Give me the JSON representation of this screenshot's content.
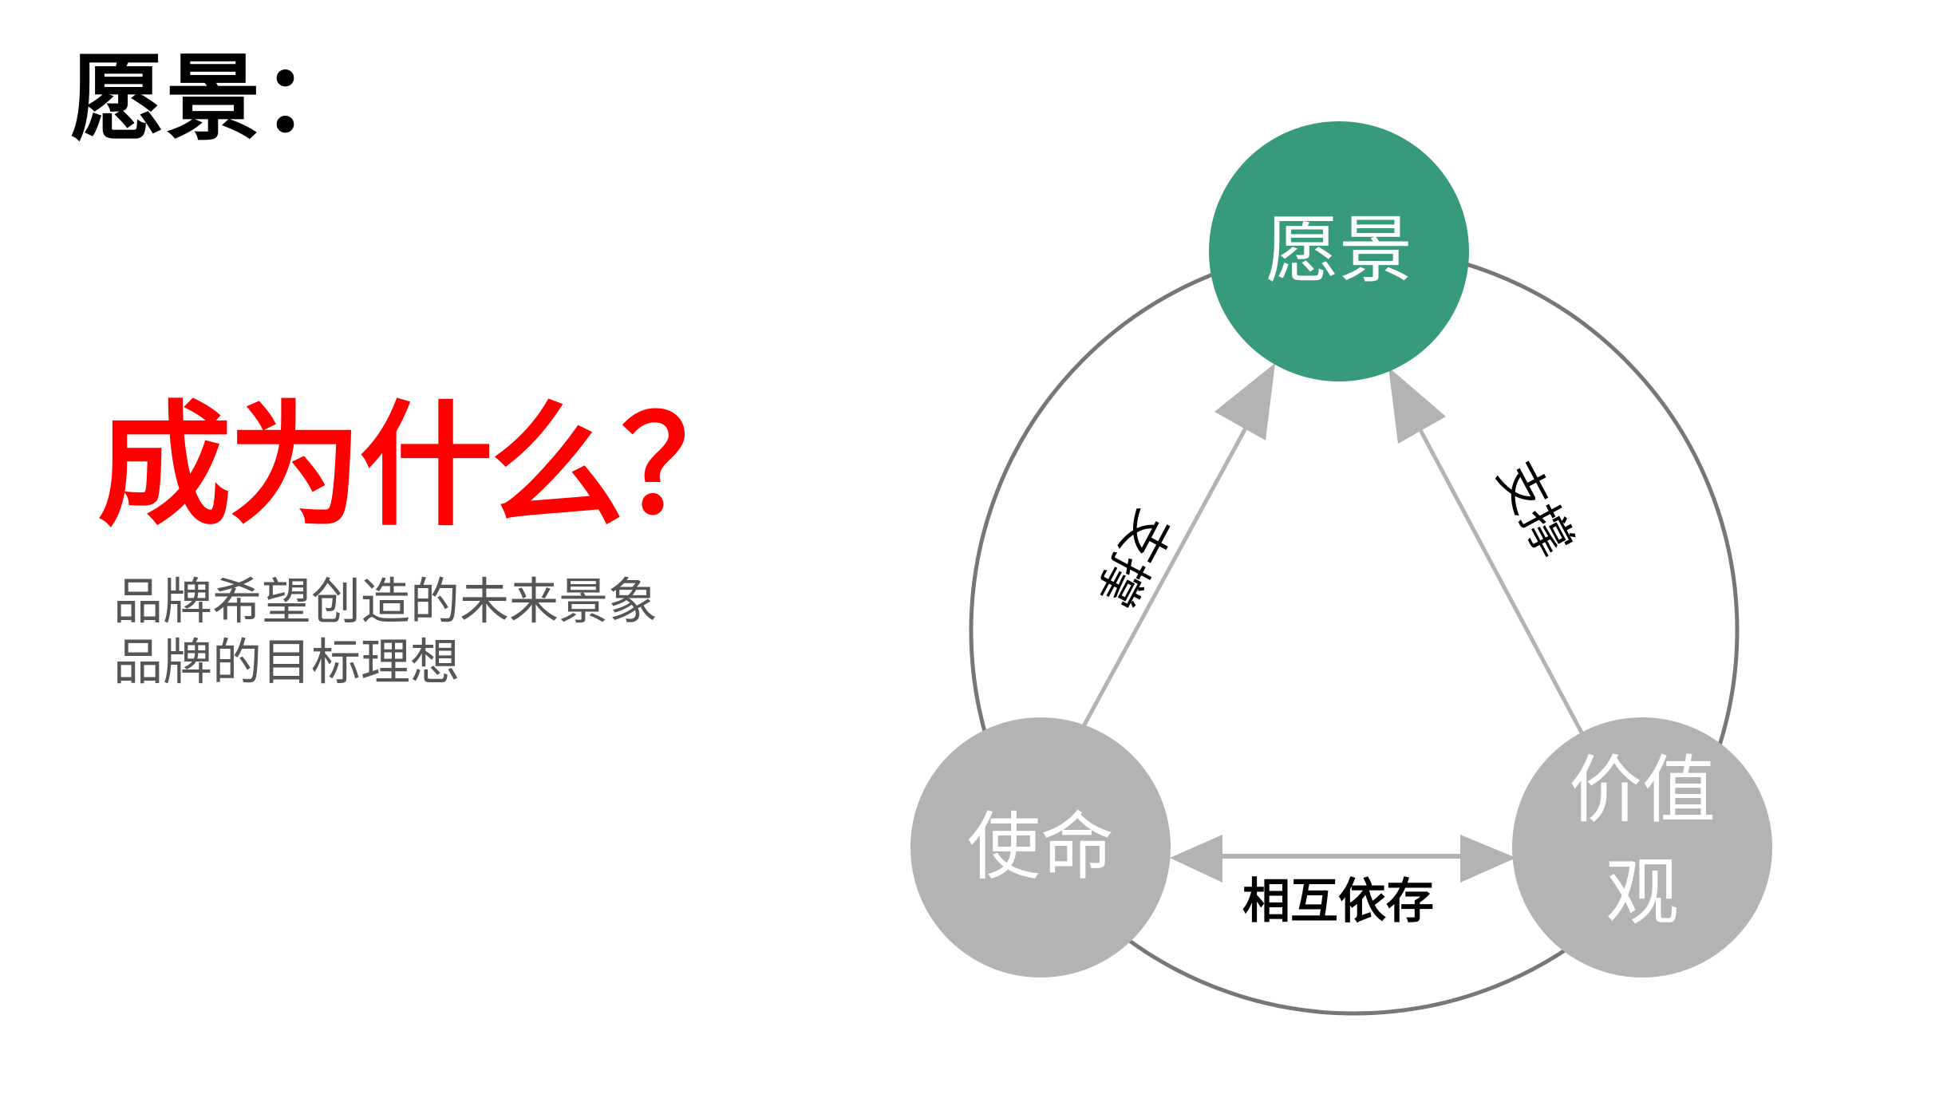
{
  "title": "愿景：",
  "headline": "成为什么？",
  "description": [
    "品牌希望创造的未来景象",
    "品牌的目标理想"
  ],
  "diagram": {
    "nodes": {
      "vision": "愿景",
      "mission": "使命",
      "values_line1": "价值",
      "values_line2": "观"
    },
    "edges": {
      "mission_to_vision": "支撑",
      "values_to_vision": "支撑",
      "mission_values": "相互依存"
    }
  },
  "colors": {
    "vision": "#379a7c",
    "secondary": "#b3b3b3",
    "ring": "#777777",
    "headline": "#ff0000"
  }
}
